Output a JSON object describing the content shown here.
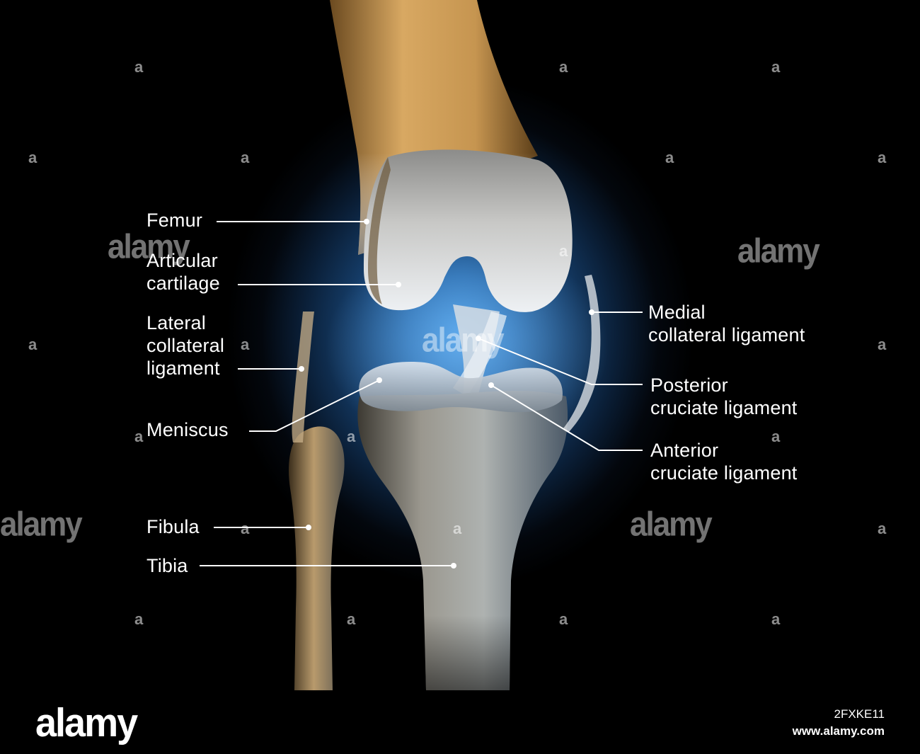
{
  "labels": {
    "femur": "Femur",
    "articular_cartilage": "Articular\ncartilage",
    "lateral_collateral_ligament": "Lateral\ncollateral\nligament",
    "meniscus": "Meniscus",
    "fibula": "Fibula",
    "tibia": "Tibia",
    "medial_collateral_ligament": "Medial\ncollateral ligament",
    "posterior_cruciate_ligament": "Posterior\ncruciate ligament",
    "anterior_cruciate_ligament": "Anterior\ncruciate ligament"
  },
  "watermark": {
    "small": "a",
    "big": "alamy"
  },
  "footer": {
    "logo": "alamy",
    "image_id": "2FXKE11",
    "url": "www.alamy.com"
  },
  "colors": {
    "glow": "#3f8fd8",
    "bone": "#b9b6ae",
    "femur_shaft": "#c89a55",
    "line": "#ffffff"
  }
}
